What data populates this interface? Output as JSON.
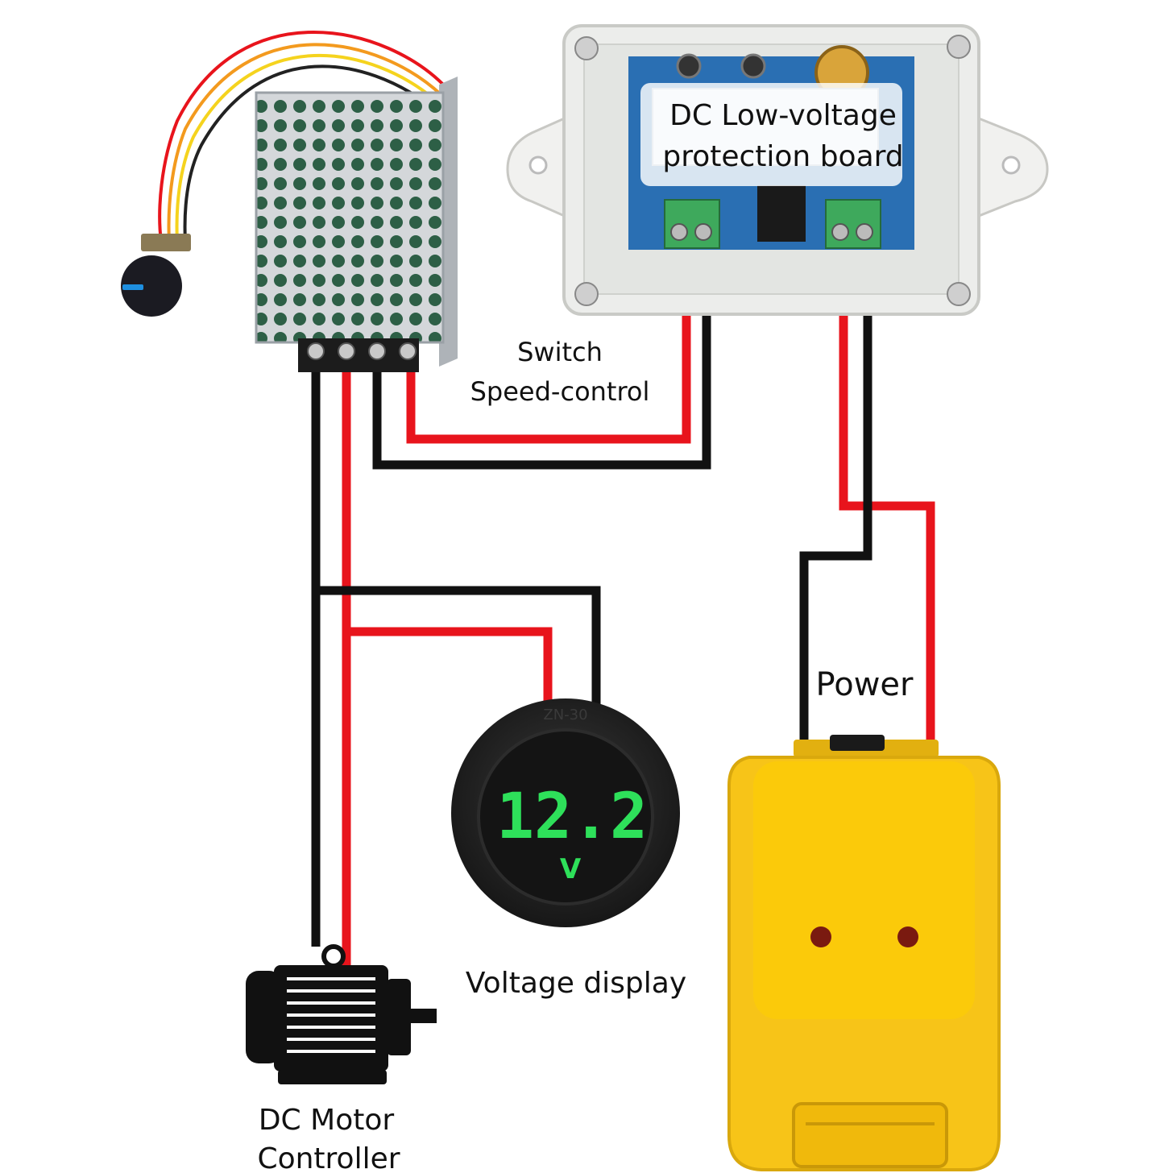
{
  "labels": {
    "protection_board_line1": "DC Low-voltage",
    "protection_board_line2": "protection board",
    "switch_line1": "Switch",
    "switch_line2": "Speed-control",
    "power": "Power",
    "voltage_display": "Voltage display",
    "motor_line1": "DC Motor",
    "motor_line2": "Controller",
    "display_reading": "12.2",
    "display_unit": "V",
    "display_brand": "ZN-30"
  },
  "colors": {
    "wire_red": "#e8141c",
    "wire_black": "#111111",
    "battery_yellow": "#f7c418",
    "display_green": "#2ee05a",
    "board_blue": "#2a6fb3"
  }
}
